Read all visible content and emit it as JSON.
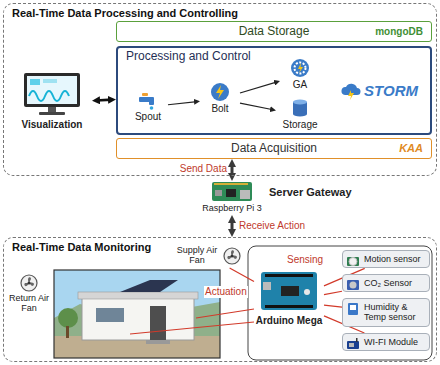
{
  "diagram": {
    "nodes": [
      {
        "text": [
          "Real-Time Data Processing and Controlling"
        ]
      },
      {
        "text": [
          "Data Storage",
          "mongoDB"
        ],
        "in": 0
      },
      {
        "text": [
          "Visualization"
        ],
        "in": 0
      },
      {
        "text": [
          "Processing and Control",
          "STORM"
        ],
        "in": 0
      },
      {
        "text": [
          "Spout"
        ],
        "in": 3
      },
      {
        "text": [
          "Bolt"
        ],
        "in": 3
      },
      {
        "text": [
          "GA"
        ],
        "in": 3
      },
      {
        "text": [
          "Storage"
        ],
        "in": 3
      },
      {
        "text": [
          "Data Acquisition",
          "KAA"
        ],
        "in": 0
      },
      {
        "text": [
          "Server Gateway",
          "Raspberry Pi 3"
        ]
      },
      {
        "text": [
          "Real-Time Data Monitoring"
        ]
      },
      {
        "text": [
          "Return Air Fan"
        ],
        "in": 10
      },
      {
        "text": [
          "Supply Air Fan"
        ],
        "in": 10
      },
      {
        "text": [
          "Arduino Mega"
        ],
        "in": 10
      },
      {
        "text": [
          "Motion sensor"
        ],
        "in": 10
      },
      {
        "text": [
          "CO₂ Sensor"
        ],
        "in": 10
      },
      {
        "text": [
          "Humidity & Temp sensor"
        ],
        "in": 10
      },
      {
        "text": [
          "WI-FI Module"
        ],
        "in": 10
      }
    ],
    "edges": [
      {
        "from": 2,
        "to": 3,
        "arrow": "both"
      },
      {
        "from": 4,
        "to": 5,
        "arrow": "to"
      },
      {
        "from": 5,
        "to": 6,
        "arrow": "to"
      },
      {
        "from": 5,
        "to": 7,
        "arrow": "to"
      },
      {
        "from": 8,
        "to": 9,
        "label": "Send Data",
        "arrow": "both"
      },
      {
        "from": 9,
        "to": 10,
        "label": "Receive Action",
        "arrow": "both"
      },
      {
        "from": 13,
        "to": 12,
        "label": "Actuation",
        "arrow": "none"
      },
      {
        "from": 13,
        "to": 14,
        "label": "Sensing",
        "arrow": "none"
      },
      {
        "from": 13,
        "to": 15,
        "arrow": "none"
      },
      {
        "from": 13,
        "to": 16,
        "arrow": "none"
      },
      {
        "from": 13,
        "to": 17,
        "arrow": "none"
      }
    ]
  }
}
